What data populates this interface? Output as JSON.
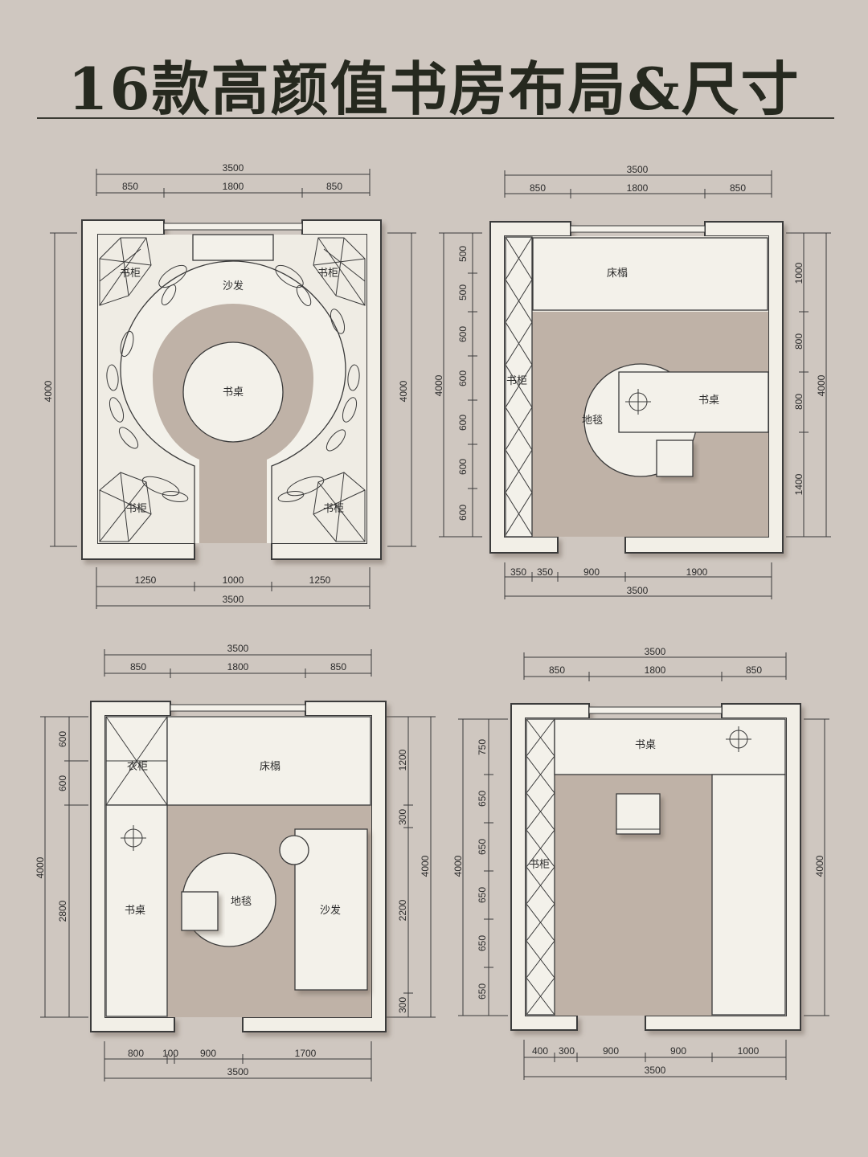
{
  "title": "16款高颜值书房布局&尺寸",
  "plans": {
    "p1": {
      "top_total": "3500",
      "top_a": "850",
      "top_b": "1800",
      "top_c": "850",
      "left_h": "4000",
      "right_h": "4000",
      "bot_a": "1250",
      "bot_b": "1000",
      "bot_c": "1250",
      "bot_total": "3500",
      "labels": {
        "cab_tl": "书柜",
        "cab_tr": "书柜",
        "cab_bl": "书柜",
        "cab_br": "书柜",
        "sofa": "沙发",
        "desk": "书桌"
      }
    },
    "p2": {
      "top_total": "3500",
      "top_a": "850",
      "top_b": "1800",
      "top_c": "850",
      "left_outer": "4000",
      "left_segs": [
        "500",
        "500",
        "600",
        "600",
        "600",
        "600",
        "600"
      ],
      "right_segs": [
        "1000",
        "800",
        "800",
        "1400"
      ],
      "right_outer": "4000",
      "bot_a": "350",
      "bot_b": "350",
      "bot_c": "900",
      "bot_d": "1900",
      "bot_total": "3500",
      "labels": {
        "bed": "床榻",
        "cabinet": "书柜",
        "desk": "书桌",
        "rug": "地毯"
      }
    },
    "p3": {
      "top_total": "3500",
      "top_a": "850",
      "top_b": "1800",
      "top_c": "850",
      "left_outer": "4000",
      "left_segs": [
        "600",
        "600",
        "2800"
      ],
      "right_segs": [
        "1200",
        "300",
        "2200",
        "300"
      ],
      "right_outer": "4000",
      "bot_a": "800",
      "bot_b": "100",
      "bot_c": "900",
      "bot_d": "1700",
      "bot_total": "3500",
      "labels": {
        "wardrobe": "衣柜",
        "bed": "床榻",
        "desk": "书桌",
        "rug": "地毯",
        "sofa": "沙发"
      }
    },
    "p4": {
      "top_total": "3500",
      "top_a": "850",
      "top_b": "1800",
      "top_c": "850",
      "left_outer": "4000",
      "left_segs": [
        "750",
        "650",
        "650",
        "650",
        "650",
        "650"
      ],
      "right_outer": "4000",
      "bot_a": "400",
      "bot_b": "300",
      "bot_c": "900",
      "bot_d": "900",
      "bot_e": "1000",
      "bot_total": "3500",
      "labels": {
        "desk": "书桌",
        "cabinet": "书柜"
      }
    }
  }
}
